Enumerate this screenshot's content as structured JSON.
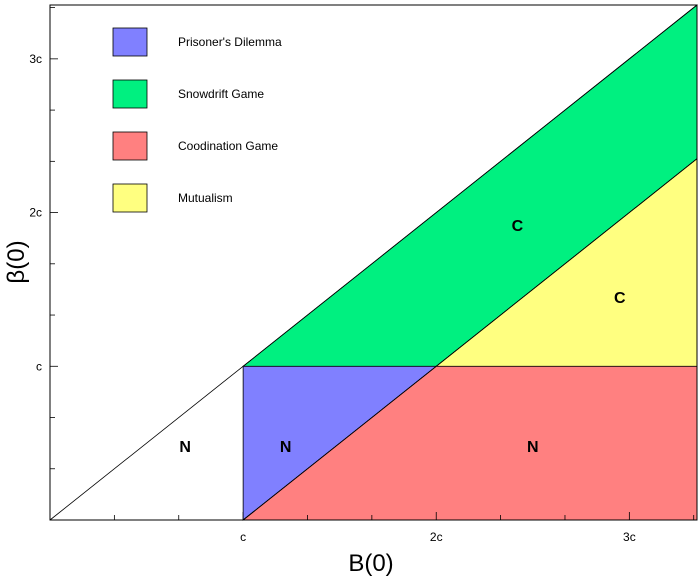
{
  "chart_data": {
    "type": "area",
    "title": "",
    "xlabel": "B(0)",
    "ylabel": "β(0)",
    "x_unit": "c",
    "xlim": [
      0,
      3.35
    ],
    "ylim": [
      0,
      3.35
    ],
    "x_ticks": [
      {
        "value": 1,
        "label": "c"
      },
      {
        "value": 2,
        "label": "2c"
      },
      {
        "value": 3,
        "label": "3c"
      }
    ],
    "y_ticks": [
      {
        "value": 1,
        "label": "c"
      },
      {
        "value": 2,
        "label": "2c"
      },
      {
        "value": 3,
        "label": "3c"
      }
    ],
    "minor_tick_step": 0.3333,
    "boundary_lines": [
      {
        "from": [
          0,
          0
        ],
        "to": [
          3.35,
          3.35
        ]
      },
      {
        "from": [
          1,
          0
        ],
        "to": [
          3.35,
          2.35
        ]
      }
    ],
    "regions": [
      {
        "name": "Prisoner's Dilemma",
        "color": "#8080ff",
        "polygon": [
          [
            1,
            0
          ],
          [
            2,
            1
          ],
          [
            1,
            1
          ]
        ]
      },
      {
        "name": "Snowdrift Game",
        "color": "#00f080",
        "polygon": [
          [
            1,
            1
          ],
          [
            2,
            1
          ],
          [
            3.35,
            2.35
          ],
          [
            3.35,
            3.35
          ]
        ]
      },
      {
        "name": "Coodination Game",
        "color": "#ff8080",
        "polygon": [
          [
            1,
            0
          ],
          [
            3.35,
            0
          ],
          [
            3.35,
            1
          ],
          [
            2,
            1
          ]
        ]
      },
      {
        "name": "Mutualism",
        "color": "#ffff80",
        "polygon": [
          [
            2,
            1
          ],
          [
            3.35,
            1
          ],
          [
            3.35,
            2.35
          ]
        ]
      }
    ],
    "region_labels": [
      {
        "text": "N",
        "x": 0.7,
        "y": 0.48
      },
      {
        "text": "N",
        "x": 1.22,
        "y": 0.48
      },
      {
        "text": "N",
        "x": 2.5,
        "y": 0.48
      },
      {
        "text": "C",
        "x": 2.42,
        "y": 1.92
      },
      {
        "text": "C",
        "x": 2.95,
        "y": 1.45
      }
    ],
    "legend": {
      "placement": "top-left",
      "entries": [
        {
          "label": "Prisoner's Dilemma",
          "color": "#8080ff"
        },
        {
          "label": "Snowdrift Game",
          "color": "#00f080"
        },
        {
          "label": "Coodination Game",
          "color": "#ff8080"
        },
        {
          "label": "Mutualism",
          "color": "#ffff80"
        }
      ]
    }
  }
}
